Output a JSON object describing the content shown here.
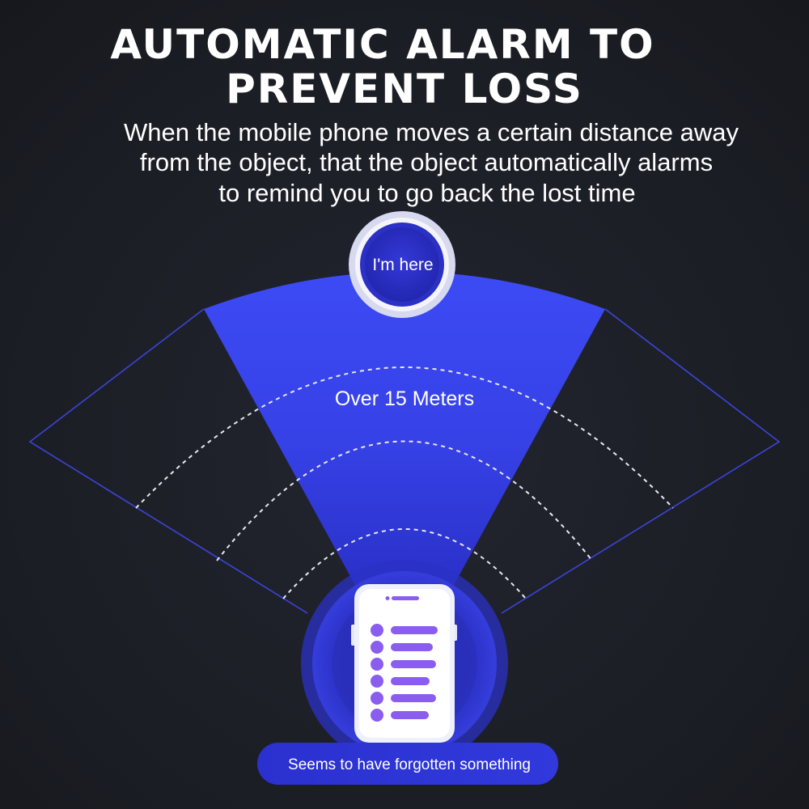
{
  "headline": {
    "line1": "AUTOMATIC ALARM TO",
    "line2": "PREVENT LOSS"
  },
  "description": {
    "line1": "When the mobile phone moves a certain distance away",
    "line2": "from the object, that the object automatically alarms",
    "line3": "to remind you to go back the lost time"
  },
  "tracker": {
    "label": "I'm here"
  },
  "distance": {
    "label": "Over 15 Meters"
  },
  "phone": {
    "status_label": "Seems to have forgotten something"
  },
  "icons": [
    "tracker-tag-icon",
    "smartphone-icon"
  ],
  "colors": {
    "background": "#1c1e25",
    "accent_blue": "#2f36d6",
    "beam_blue": "#3a46f0",
    "tracker_blue": "#2a2fc4",
    "list_purple": "#8a5cf0",
    "white": "#ffffff"
  }
}
